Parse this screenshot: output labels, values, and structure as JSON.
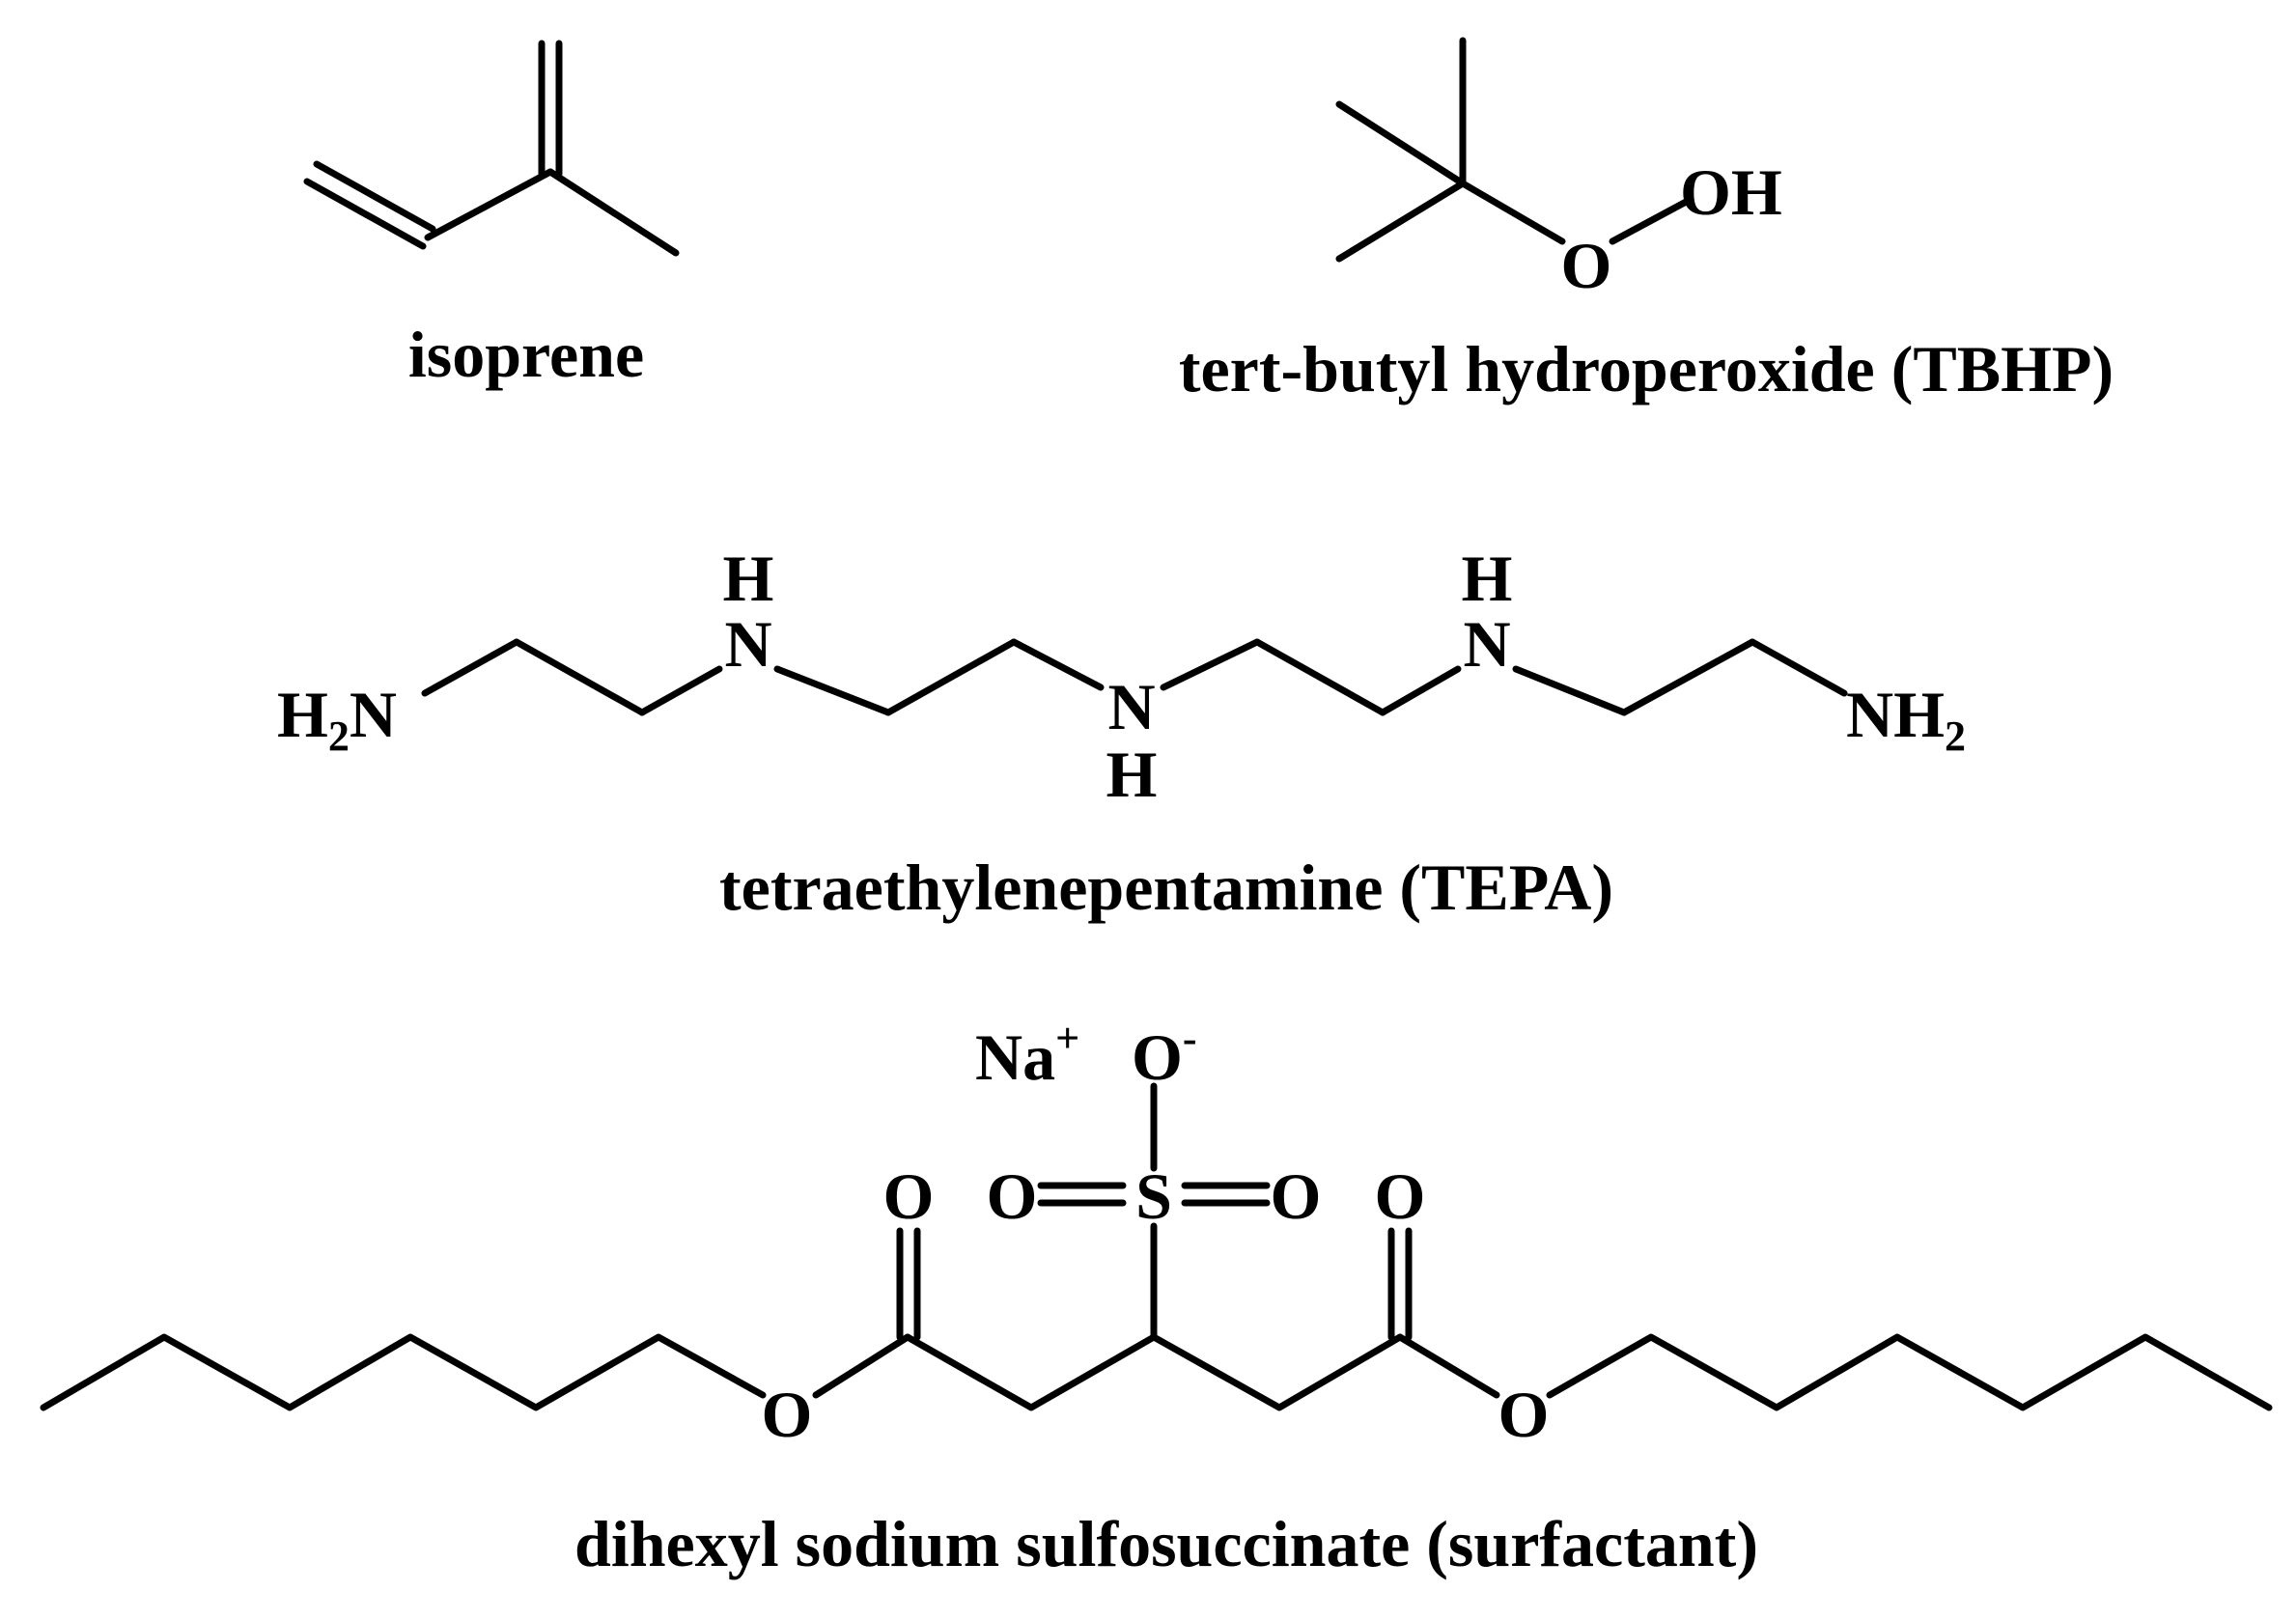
{
  "molecules": {
    "isoprene": {
      "name": "isoprene"
    },
    "tbhp": {
      "name": "tert-butyl hydroperoxide (TBHP)",
      "atom_o": "O",
      "atom_oh": "OH"
    },
    "tepa": {
      "name": "tetraethylenepentamine (TEPA)",
      "atom_h": "H",
      "atom_n": "N",
      "subscript_2": "2"
    },
    "surfactant": {
      "name": "dihexyl sodium sulfosuccinate (surfactant)",
      "atom_na": "Na",
      "charge_plus": "+",
      "charge_minus": "-",
      "atom_o": "O",
      "atom_s": "S"
    }
  }
}
